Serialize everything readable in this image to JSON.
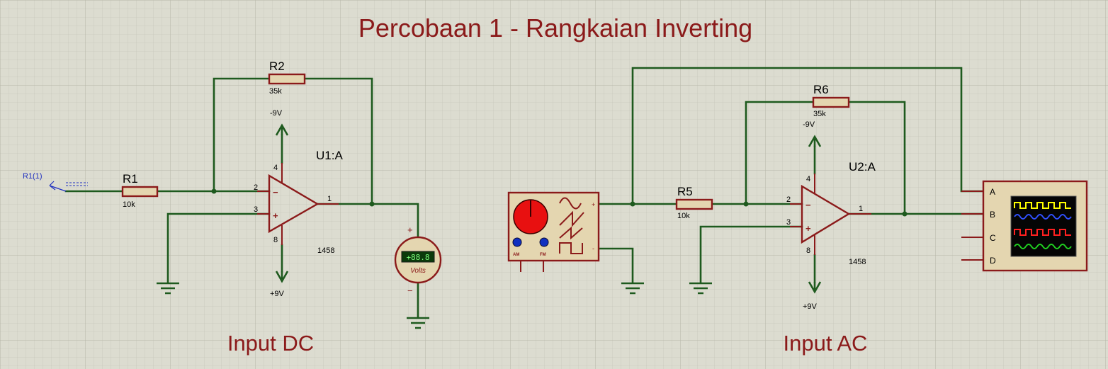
{
  "title": "Percobaan 1 - Rangkaian Inverting",
  "sections": {
    "left": "Input DC",
    "right": "Input AC"
  },
  "probe": {
    "label": "R1(1)"
  },
  "resistors": {
    "r1": {
      "ref": "R1",
      "value": "10k"
    },
    "r2": {
      "ref": "R2",
      "value": "35k"
    },
    "r5": {
      "ref": "R5",
      "value": "10k"
    },
    "r6": {
      "ref": "R6",
      "value": "35k"
    }
  },
  "opamps": {
    "u1": {
      "ref": "U1:A",
      "part": "1458",
      "pin_inv": "2",
      "pin_noninv": "3",
      "pin_out": "1",
      "pin_vneg": "4",
      "pin_vpos": "8",
      "vneg": "-9V",
      "vpos": "+9V"
    },
    "u2": {
      "ref": "U2:A",
      "part": "1458",
      "pin_inv": "2",
      "pin_noninv": "3",
      "pin_out": "1",
      "pin_vneg": "4",
      "pin_vpos": "8",
      "vneg": "-9V",
      "vpos": "+9V"
    }
  },
  "voltmeter": {
    "display": "+88.8",
    "unit": "Volts",
    "plus": "+",
    "minus": "−"
  },
  "generator": {
    "knob_am": "AM",
    "knob_fm": "FM",
    "out_plus": "+",
    "out_minus": "-"
  },
  "oscilloscope": {
    "channels": [
      "A",
      "B",
      "C",
      "D"
    ],
    "trace_colors": [
      "#ffff00",
      "#3050ff",
      "#ff2020",
      "#20d020"
    ]
  },
  "colors": {
    "wire": "#1e5a1e",
    "component": "#8b1a1a",
    "background": "#dcdcd0",
    "probe": "#2030c0"
  }
}
